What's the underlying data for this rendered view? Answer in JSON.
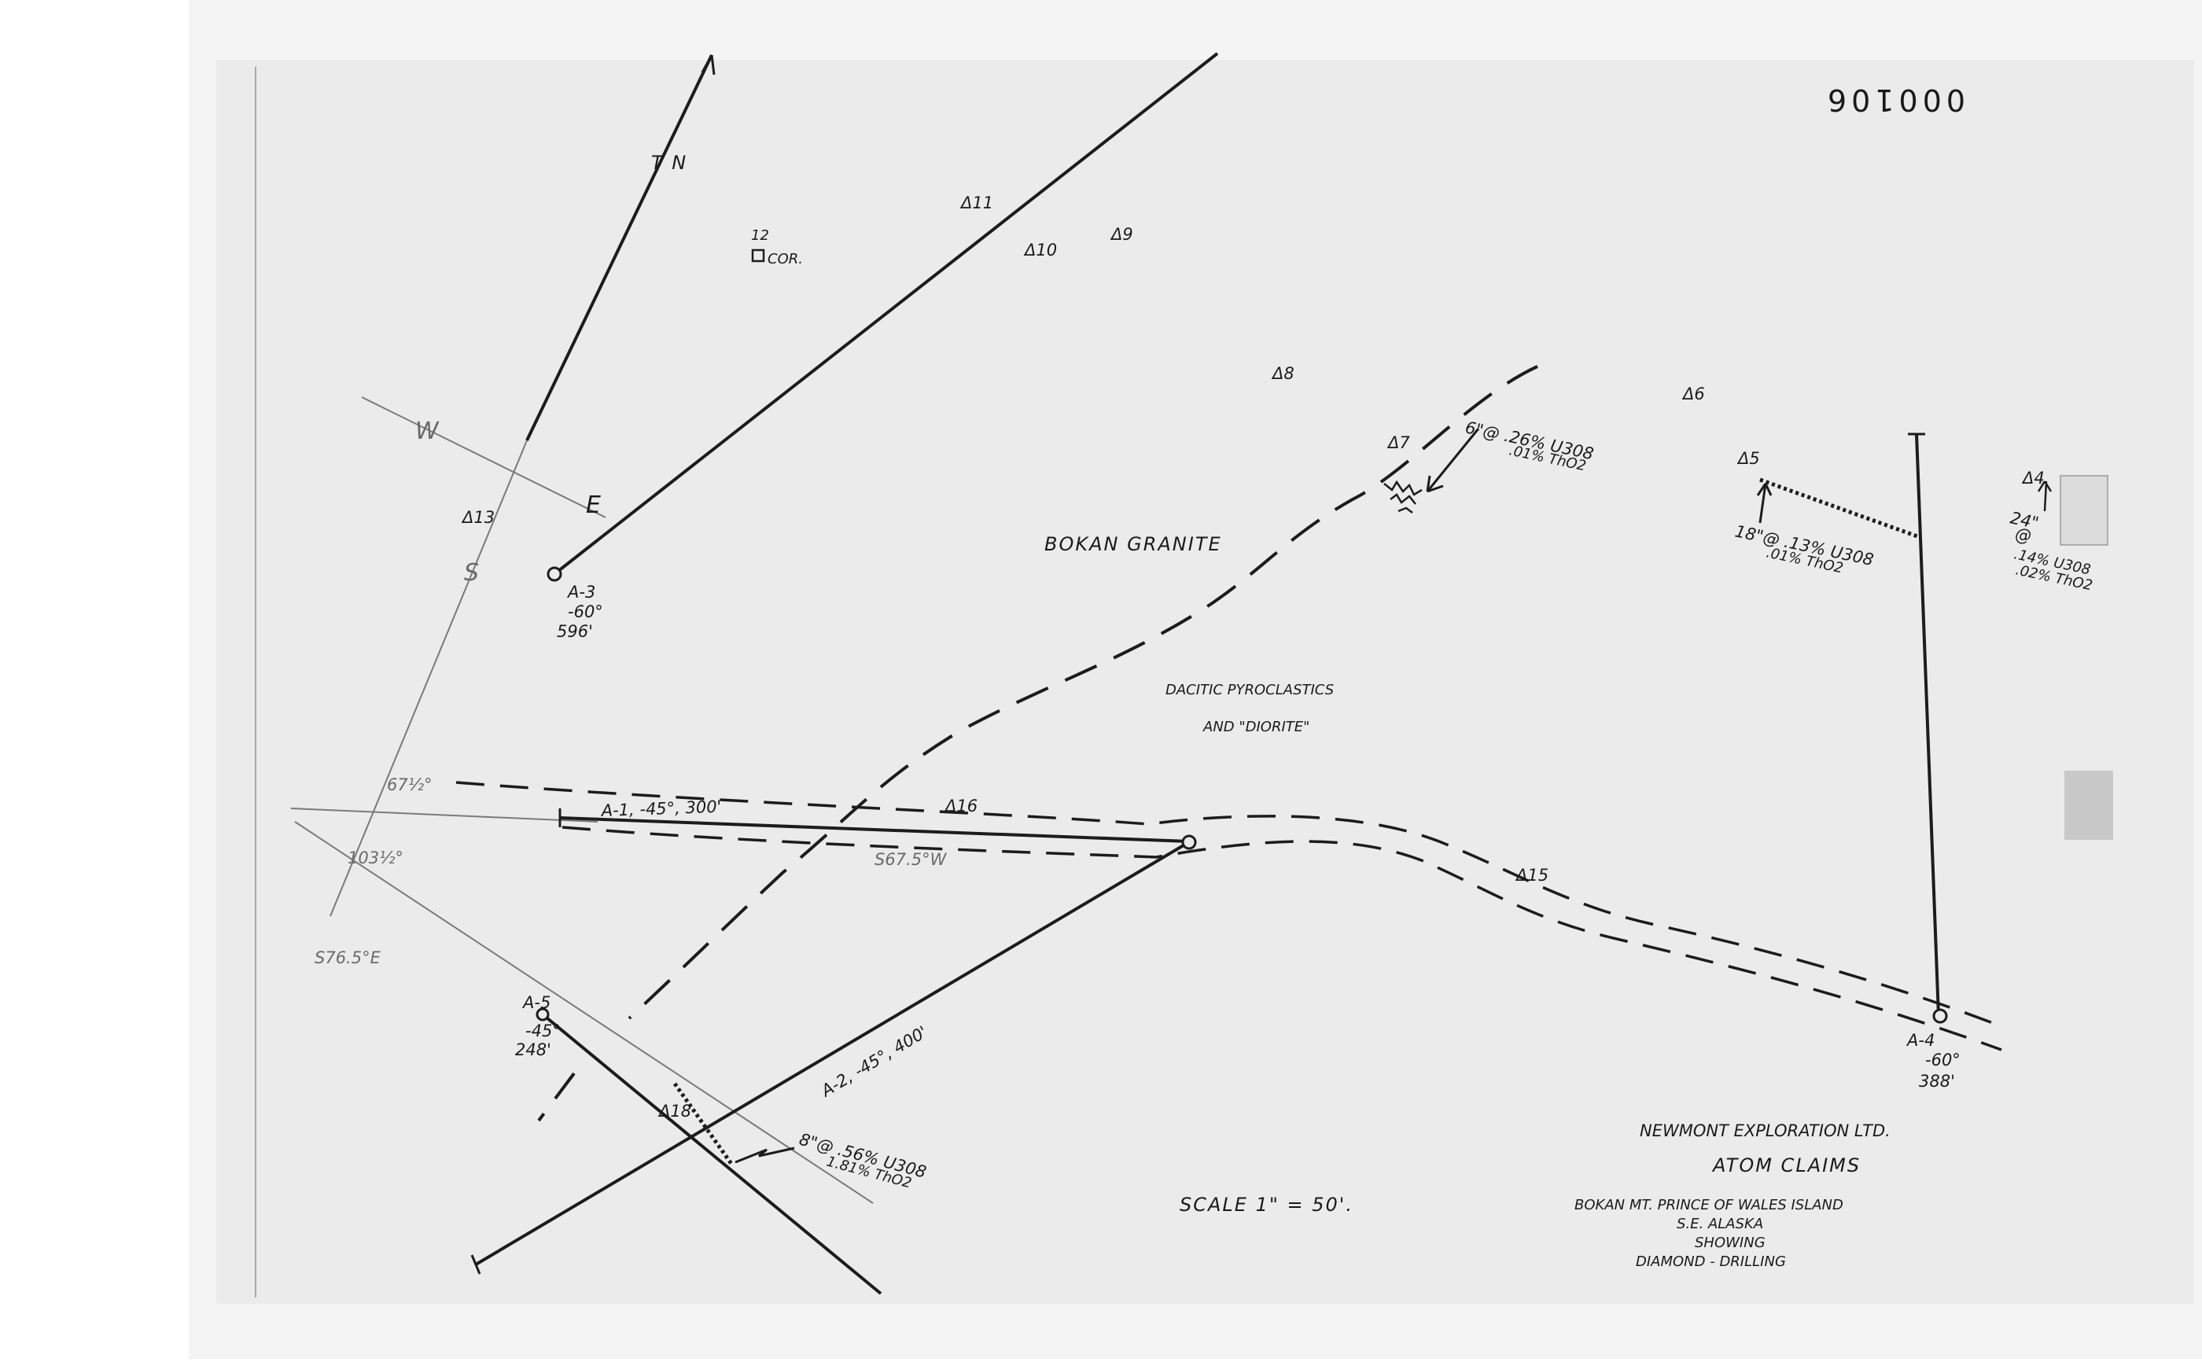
{
  "doc_number": "000106",
  "compass": {
    "north": "T N",
    "west": "W",
    "east": "E",
    "south": "S"
  },
  "stations": [
    {
      "id": "st-11",
      "label": "Δ11"
    },
    {
      "id": "st-10",
      "label": "Δ10"
    },
    {
      "id": "st-9",
      "label": "Δ9"
    },
    {
      "id": "st-8",
      "label": "Δ8"
    },
    {
      "id": "st-7",
      "label": "Δ7"
    },
    {
      "id": "st-6",
      "label": "Δ6"
    },
    {
      "id": "st-5",
      "label": "Δ5"
    },
    {
      "id": "st-4",
      "label": "Δ4"
    },
    {
      "id": "st-13",
      "label": "Δ13"
    },
    {
      "id": "st-16",
      "label": "Δ16"
    },
    {
      "id": "st-15",
      "label": "Δ15"
    },
    {
      "id": "st-18",
      "label": "Δ18"
    }
  ],
  "corner_marker": {
    "number": "12",
    "label": "COR."
  },
  "holes": {
    "a3": {
      "name": "A-3",
      "angle": "-60°",
      "depth": "596'"
    },
    "a4": {
      "name": "A-4",
      "angle": "-60°",
      "depth": "388'"
    },
    "a5": {
      "name": "A-5",
      "angle": "-45°",
      "depth": "248'"
    },
    "a1": {
      "label": "A-1, -45°, 300'"
    },
    "a2": {
      "label": "A-2, -45°, 400'"
    }
  },
  "bearings": {
    "b1": "67½°",
    "b2": "103½°",
    "b3": "S76.5°E",
    "b4": "S67.5°W"
  },
  "assays": {
    "assay1": {
      "line1": "6\"@ .26% U308",
      "line2": ".01% ThO2"
    },
    "assay2": {
      "line1": "18\"@ .13% U308",
      "line2": ".01% ThO2"
    },
    "assay3": {
      "line1": "24\"",
      "line2": "@",
      "line3": ".14% U308",
      "line4": ".02% ThO2"
    },
    "assay4": {
      "line1": "8\"@ .56% U308",
      "line2": "1.81% ThO2"
    }
  },
  "geology": {
    "granite": "BOKAN GRANITE",
    "dacitic_line1": "DACITIC PYROCLASTICS",
    "dacitic_line2": "AND \"DIORITE\""
  },
  "scale": "SCALE 1\" = 50'.",
  "title_block": {
    "company": "NEWMONT EXPLORATION LTD.",
    "project": "ATOM CLAIMS",
    "location": "BOKAN MT. PRINCE OF WALES ISLAND",
    "region": "S.E. ALASKA",
    "showing": "SHOWING",
    "subject": "DIAMOND - DRILLING"
  }
}
